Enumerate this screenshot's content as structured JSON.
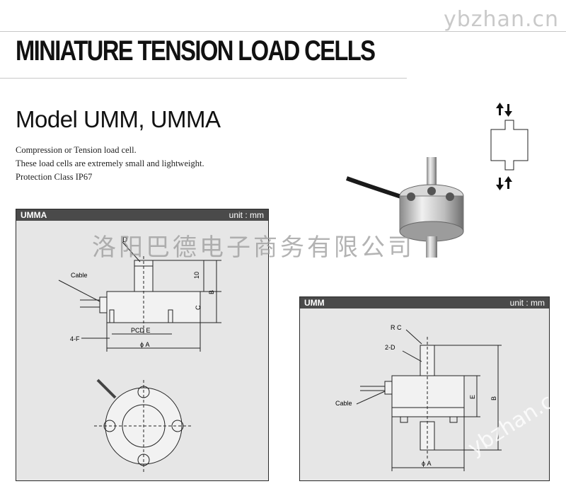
{
  "watermark_top": "ybzhan.cn",
  "title": "MINIATURE TENSION LOAD CELLS",
  "model": "Model UMM, UMMA",
  "description": [
    "Compression or Tension load cell.",
    "These load cells are extremely small and lightweight.",
    "Protection Class IP67"
  ],
  "watermark_cn": "洛阳巴德电子商务有限公司",
  "watermark_diag": "ybzhan.cn",
  "panel_umma": {
    "name": "UMMA",
    "unit": "unit : mm",
    "labels": {
      "d": "D",
      "cable": "Cable",
      "dim_10": "10",
      "dim_b": "B",
      "dim_c": "C",
      "pcd": "PCD  E",
      "phi_a": "ϕ A",
      "four_f": "4-F"
    }
  },
  "panel_umm": {
    "name": "UMM",
    "unit": "unit : mm",
    "labels": {
      "rc": "R C",
      "two_d": "2-D",
      "cable": "Cable",
      "dim_e": "E",
      "dim_b": "B",
      "phi_a": "ϕ A"
    }
  },
  "colors": {
    "panel_bg": "#e6e6e6",
    "panel_header": "#4a4a4a",
    "line": "#222222"
  }
}
